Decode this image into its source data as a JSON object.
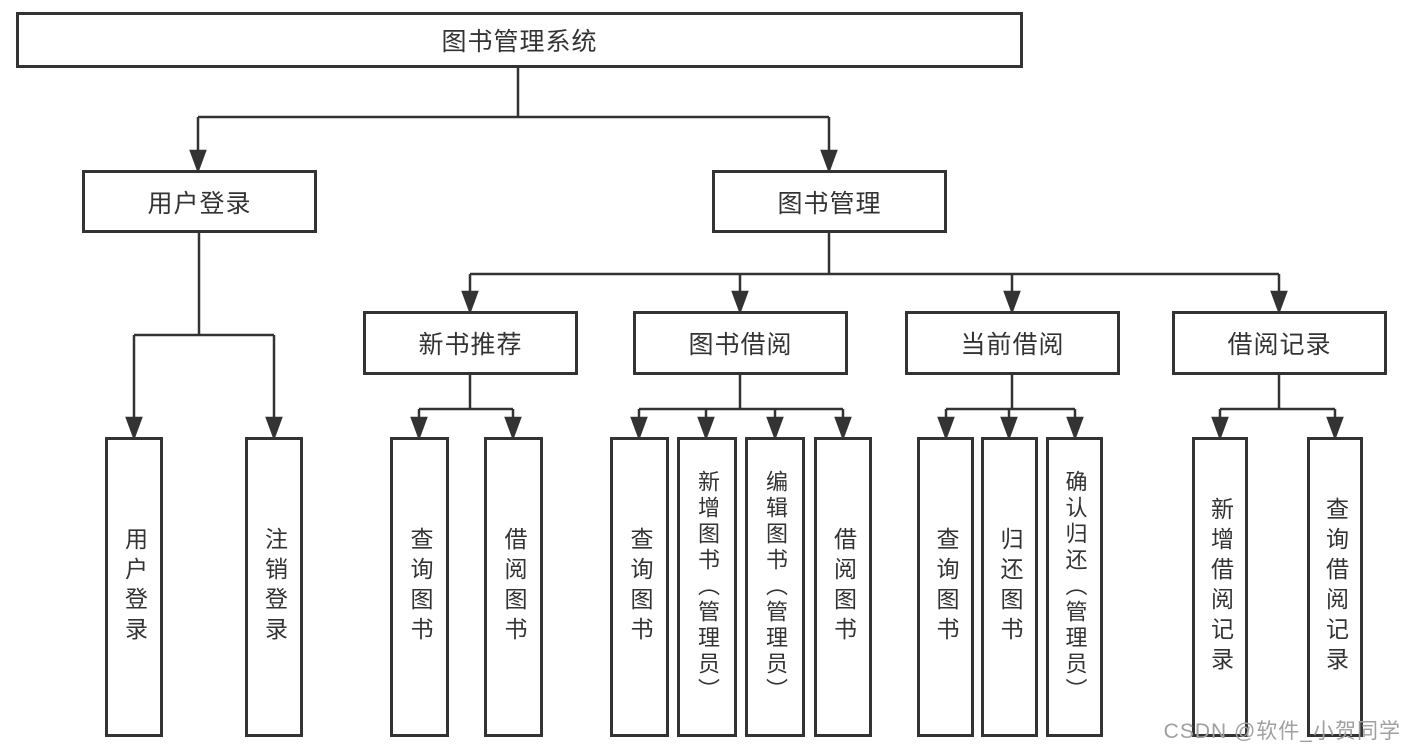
{
  "diagram": {
    "root": {
      "label": "图书管理系统"
    },
    "level2": [
      {
        "label": "用户登录"
      },
      {
        "label": "图书管理"
      }
    ],
    "level3": [
      {
        "label": "新书推荐"
      },
      {
        "label": "图书借阅"
      },
      {
        "label": "当前借阅"
      },
      {
        "label": "借阅记录"
      }
    ],
    "leaves": {
      "user_login": [
        "用户登录",
        "注销登录"
      ],
      "new_book_recommend": [
        "查询图书",
        "借阅图书"
      ],
      "book_borrow": [
        "查询图书",
        "新增图书（管理员）",
        "编辑图书（管理员）",
        "借阅图书"
      ],
      "current_borrow": [
        "查询图书",
        "归还图书",
        "确认归还（管理员）"
      ],
      "borrow_records": [
        "新增借阅记录",
        "查询借阅记录"
      ]
    }
  },
  "watermark": {
    "text": "CSDN @软件_小贺同学"
  },
  "colors": {
    "line": "#333333",
    "box_border": "#333333",
    "text": "#333333",
    "watermark": "#a0a0a0",
    "background": "#ffffff"
  }
}
